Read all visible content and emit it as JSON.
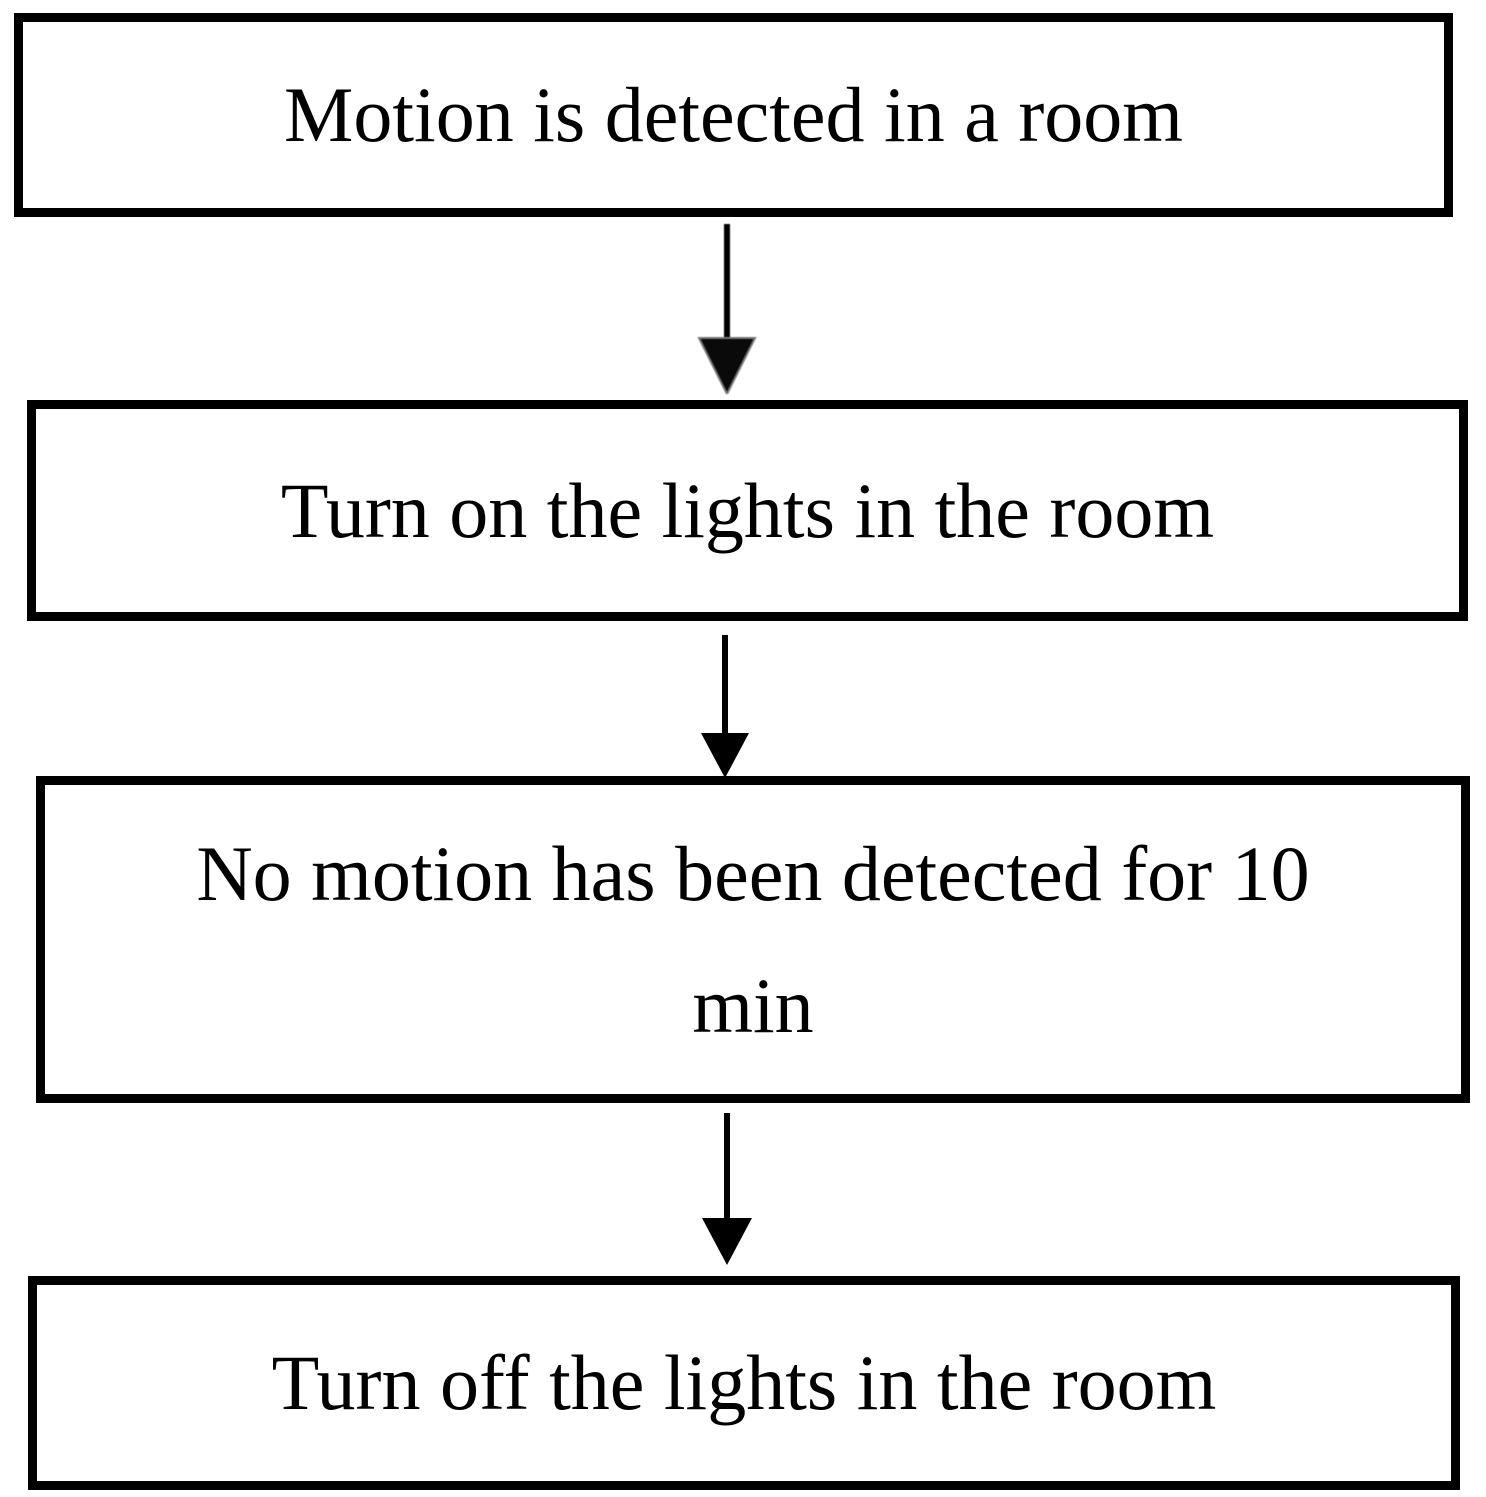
{
  "diagram": {
    "type": "flowchart",
    "background_color": "#ffffff",
    "box_border_color": "#000000",
    "text_color": "#000000",
    "arrow_color": "#000000",
    "steps": [
      {
        "id": 1,
        "label": "Motion is detected in a room",
        "lines": [
          "Motion is detected in a room"
        ]
      },
      {
        "id": 2,
        "label": "Turn on the lights in the room",
        "lines": [
          "Turn on the lights in the room"
        ]
      },
      {
        "id": 3,
        "label": "No motion has been detected for 10 min",
        "lines": [
          "No motion has been detected for 10",
          "min"
        ]
      },
      {
        "id": 4,
        "label": "Turn off the lights in the room",
        "lines": [
          "Turn off the lights in the room"
        ]
      }
    ],
    "connectors": [
      {
        "from": 1,
        "to": 2,
        "direction": "down"
      },
      {
        "from": 2,
        "to": 3,
        "direction": "down"
      },
      {
        "from": 3,
        "to": 4,
        "direction": "down"
      }
    ]
  }
}
